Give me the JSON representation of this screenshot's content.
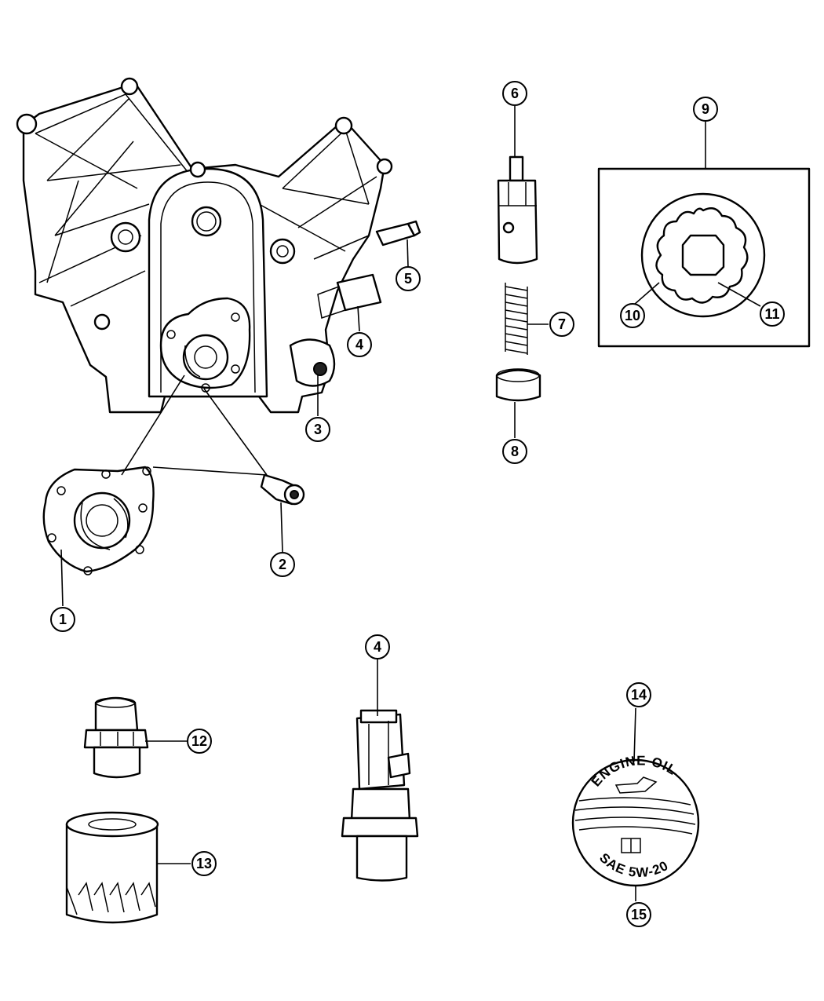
{
  "callouts": {
    "c1": "1",
    "c2": "2",
    "c3": "3",
    "c4a": "4",
    "c4b": "4",
    "c5": "5",
    "c6": "6",
    "c7": "7",
    "c8": "8",
    "c9": "9",
    "c10": "10",
    "c11": "11",
    "c12": "12",
    "c13": "13",
    "c14": "14",
    "c15": "15"
  },
  "oil_cap": {
    "top_text": "ENGINE OIL",
    "bottom_text": "SAE 5W-20"
  }
}
